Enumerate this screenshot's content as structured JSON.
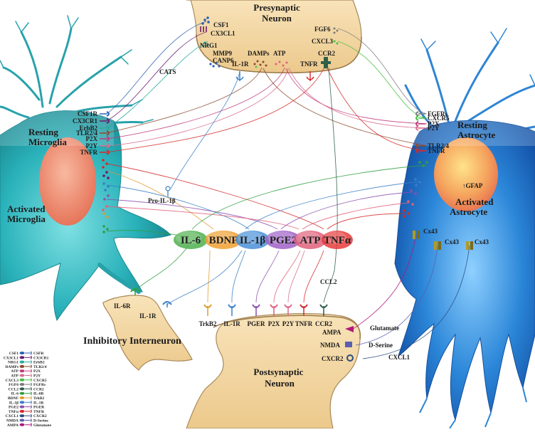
{
  "cells": {
    "presynaptic": "Presynaptic\nNeuron",
    "postsynaptic": "Postsynaptic\nNeuron",
    "resting_microglia": "Resting\nMicroglia",
    "activated_microglia": "Activated\nMicroglia",
    "resting_astrocyte": "Resting\nAstrocyte",
    "activated_astrocyte": "Activated\nAstrocyte",
    "interneuron": "Inhibitory Interneuron"
  },
  "presynaptic_labels": {
    "csf1": "CSF1",
    "cx3cl1": "CX3CL1",
    "nrg1": "NRG1",
    "mmp9": "MMP9",
    "canp6": "CANP6",
    "il1r": "IL-1R",
    "damps": "DAMPs",
    "atp": "ATP",
    "fgf6": "FGF6",
    "cxcl3": "CXCL3",
    "ccr2": "CCR2",
    "tnfr": "TNFR",
    "cats": "CATS"
  },
  "microglia_receptors": [
    "CSF1R",
    "CX3CR1",
    "ErbB2",
    "TLR2/4",
    "P2X",
    "P2Y",
    "TNFR"
  ],
  "microglia_other": {
    "pro_il1b": "Pro-IL-1β"
  },
  "astrocyte_receptors": [
    "FGFRs",
    "CXCR5",
    "P2X",
    "P2Y",
    "TLR2/4",
    "TNFR"
  ],
  "astrocyte_other": {
    "gfap": "↑GFAP",
    "cx43": "Cx43"
  },
  "cytokines": [
    "IL-6",
    "BDNF",
    "IL-1β",
    "PGE2",
    "ATP",
    "TNFα"
  ],
  "postsynaptic_receptors": [
    "TrkB2",
    "IL-1R",
    "PGER",
    "P2X",
    "P2Y",
    "TNFR",
    "CCR2"
  ],
  "postsynaptic_side": {
    "ampa": "AMPA",
    "nmda": "NMDA",
    "cxcr2": "CXCR2"
  },
  "signals": {
    "glutamate": "Glutamate",
    "dserine": "D-Serine",
    "cxcl1": "CXCL1",
    "ccl2": "CCL2"
  },
  "interneuron_receptors": {
    "il6r": "IL-6R",
    "il1r": "IL-1R"
  },
  "legend": {
    "left": [
      "CSF1",
      "CX3CL1",
      "NRG1",
      "DAMPs",
      "ATP",
      "ATP",
      "CXCL3",
      "FGF6",
      "CCL2",
      "IL-6",
      "BDNF",
      "IL-1β",
      "PGE2",
      "TNFα",
      "CXCL1",
      "NMDA",
      "AMPA"
    ],
    "right": [
      "CSFR",
      "CX3CR1",
      "ErbB2",
      "TLR2/4",
      "P2X",
      "P2Y",
      "CXCR5",
      "FGFRs",
      "CCR2",
      "IL-6R",
      "TrkB2",
      "IL-1R",
      "PGER",
      "TNFR",
      "CXCR2",
      "D-Serine",
      "Glutamate"
    ],
    "colors": [
      "#2b5fb3",
      "#6a1b6f",
      "#2aa9a0",
      "#8b4a2c",
      "#c0397a",
      "#d96b8e",
      "#3fbf3f",
      "#7b7b7b",
      "#2e5f4a",
      "#2f9e3f",
      "#e39a2e",
      "#3a7fc7",
      "#8b4fb0",
      "#d42a2a",
      "#2a4f7f",
      "#5a5fb0",
      "#b0187a"
    ]
  },
  "colors": {
    "neuron_fill": "#f3d7a5",
    "neuron_stroke": "#a8895a",
    "microglia": "#2bb0b7",
    "astrocyte": "#2f7fd0",
    "il6": "#4fb04f",
    "bdnf": "#f0a030",
    "il1b": "#4a8fd8",
    "pge2": "#a060c8",
    "atp": "#e0607a",
    "tnfa": "#e83b3b"
  }
}
